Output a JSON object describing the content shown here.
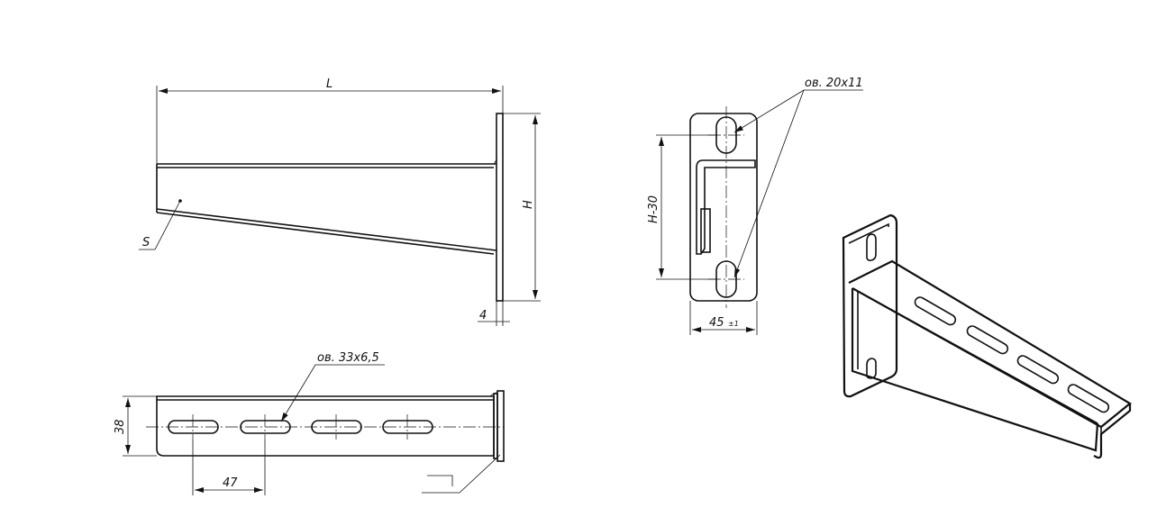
{
  "dimensions": {
    "length": "L",
    "height": "H",
    "thickness_label": "S",
    "plate_thickness": "4",
    "flange_height": "38",
    "slot_pitch": "47",
    "slot_spacing": "H-30",
    "plate_width": "45",
    "plate_width_tol": "±1"
  },
  "callouts": {
    "arm_slot": "ов. 33х6,5",
    "plate_slot": "ов. 20х11"
  },
  "colors": {
    "line": "#111111",
    "background": "#ffffff"
  }
}
